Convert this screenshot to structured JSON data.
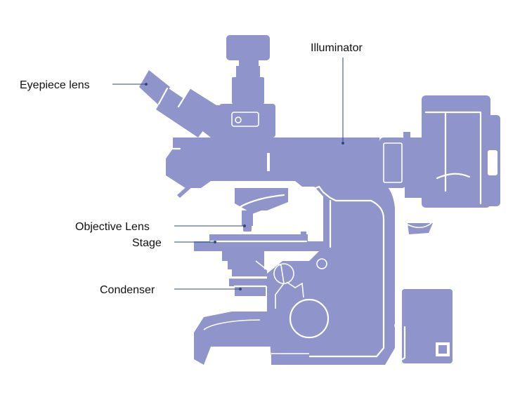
{
  "diagram": {
    "body_color": "#8f95cb",
    "detail_color": "#ffffff",
    "leader_color": "#2d4a7c",
    "labels": {
      "eyepiece": "Eyepiece lens",
      "illuminator": "Illuminator",
      "objective": "Objective Lens",
      "stage": "Stage",
      "condenser": "Condenser"
    }
  }
}
